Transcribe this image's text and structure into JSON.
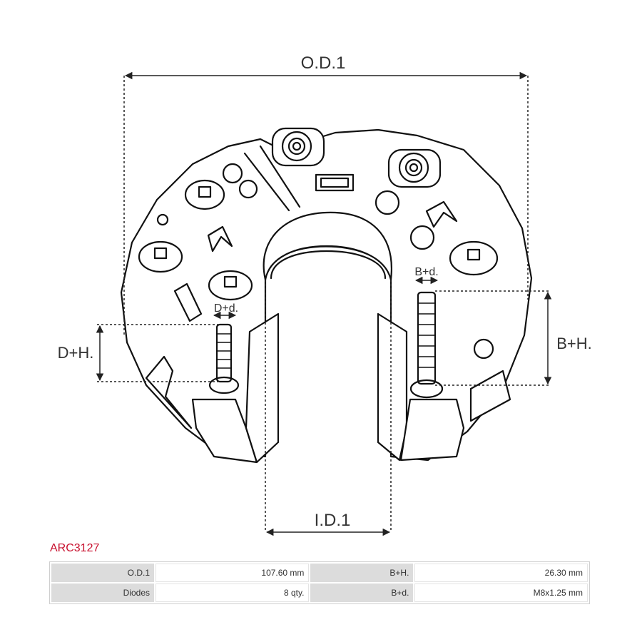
{
  "dimensions": {
    "od1": "O.D.1",
    "id1": "I.D.1",
    "dh": "D+H.",
    "dd": "D+d.",
    "bh": "B+H.",
    "bd": "B+d."
  },
  "part_code": "ARC3127",
  "specs": [
    {
      "label1": "O.D.1",
      "value1": "107.60 mm",
      "label2": "B+H.",
      "value2": "26.30 mm"
    },
    {
      "label1": "Diodes",
      "value1": "8 qty.",
      "label2": "B+d.",
      "value2": "M8x1.25 mm"
    }
  ]
}
